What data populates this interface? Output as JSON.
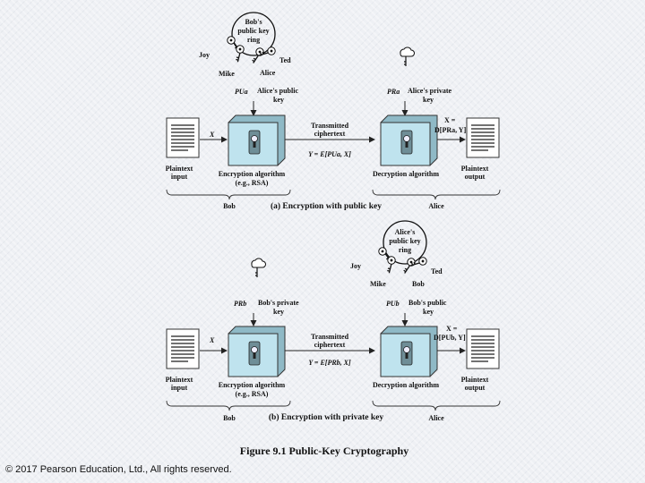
{
  "figure_title": "Figure 9.1  Public-Key Cryptography",
  "copyright": "© 2017 Pearson Education, Ltd., All rights reserved.",
  "panel_a": {
    "key_ring_label": [
      "Bob's",
      "public key",
      "ring"
    ],
    "ring_people": [
      "Joy",
      "Mike",
      "Alice",
      "Ted"
    ],
    "pub_key_symbol": "PUa",
    "pub_key_label": [
      "Alice's public",
      "key"
    ],
    "priv_key_symbol": "PRa",
    "priv_key_label": [
      "Alice's private",
      "key"
    ],
    "x_label": "X",
    "transmitted_label": [
      "Transmitted",
      "ciphertext"
    ],
    "cipher_eq": "Y = E[PUa, X]",
    "output_eq": [
      "X =",
      "D[PRa, Y]"
    ],
    "plain_in_label": [
      "Plaintext",
      "input"
    ],
    "enc_label": [
      "Encryption algorithm",
      "(e.g., RSA)"
    ],
    "dec_label": "Decryption algorithm",
    "plain_out_label": [
      "Plaintext",
      "output"
    ],
    "left_party": "Bob",
    "right_party": "Alice",
    "caption": "(a) Encryption with public key"
  },
  "panel_b": {
    "key_ring_label": [
      "Alice's",
      "public key",
      "ring"
    ],
    "ring_people": [
      "Joy",
      "Mike",
      "Bob",
      "Ted"
    ],
    "priv_key_symbol": "PRb",
    "priv_key_label": [
      "Bob's private",
      "key"
    ],
    "pub_key_symbol": "PUb",
    "pub_key_label": [
      "Bob's public",
      "key"
    ],
    "x_label": "X",
    "transmitted_label": [
      "Transmitted",
      "ciphertext"
    ],
    "cipher_eq": "Y = E[PRb, X]",
    "output_eq": [
      "X =",
      "D[PUb, Y]"
    ],
    "plain_in_label": [
      "Plaintext",
      "input"
    ],
    "enc_label": [
      "Encryption algorithm",
      "(e.g., RSA)"
    ],
    "dec_label": "Decryption algorithm",
    "plain_out_label": [
      "Plaintext",
      "output"
    ],
    "left_party": "Bob",
    "right_party": "Alice",
    "caption": "(b) Encryption with private key"
  },
  "colors": {
    "box_fill": "#bfe3ee",
    "box_stroke": "#333333",
    "doc_fill": "#ffffff",
    "arrow": "#222222"
  }
}
